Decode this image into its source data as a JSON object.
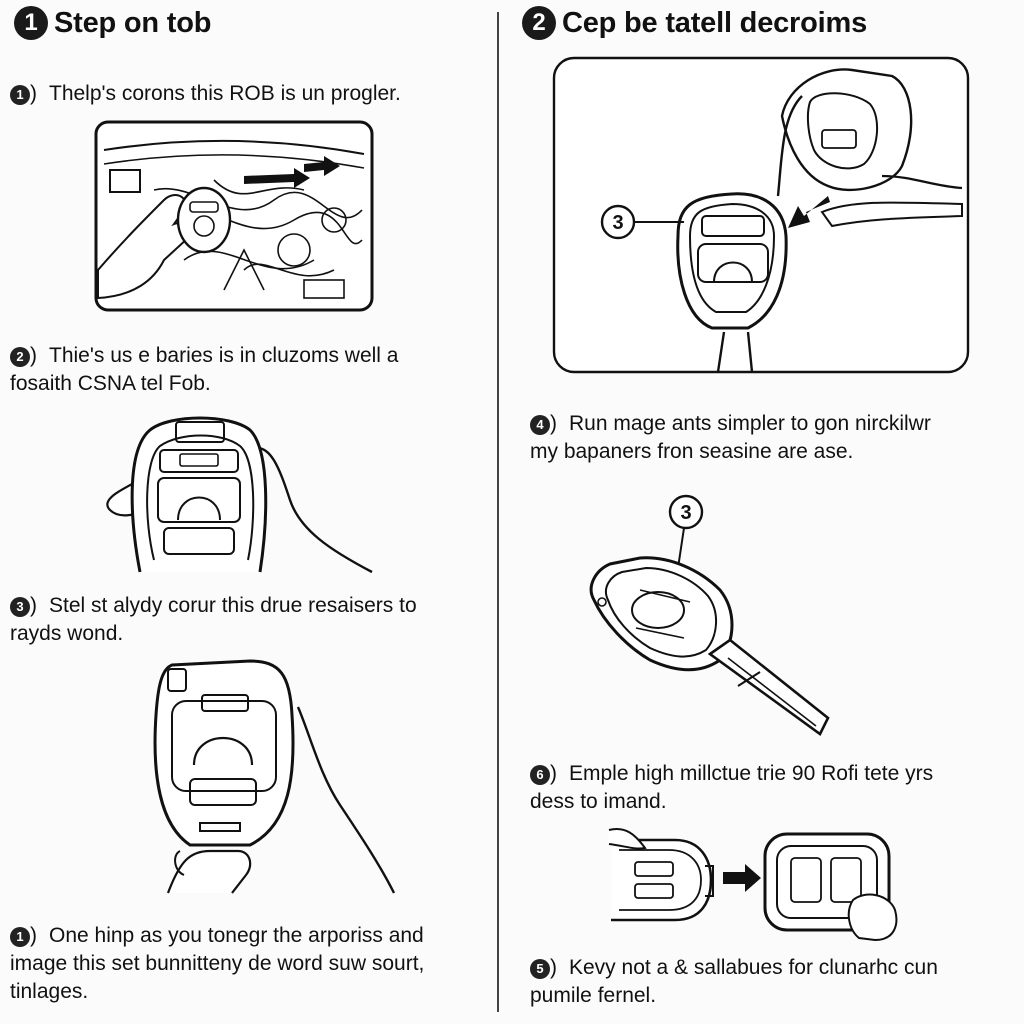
{
  "sections": [
    {
      "badge": "1",
      "title": "Step on tob"
    },
    {
      "badge": "2",
      "title": "Cep be tatell decroims"
    }
  ],
  "steps": [
    {
      "num": "1",
      "line1": "Thelp's corons this ROB is un progler.",
      "line2": "",
      "line3": ""
    },
    {
      "num": "2",
      "line1": "Thie's us e baries is in cluzoms well a",
      "line2": "fosaith CSNA tel Fob.",
      "line3": ""
    },
    {
      "num": "3",
      "line1": "Stel st alydy corur this drue resaisers to",
      "line2": "rayds wond.",
      "line3": ""
    },
    {
      "num": "1",
      "line1": "One hinp as you tonegr the arporiss and",
      "line2": "image this set bunnitteny de word suw sourt,",
      "line3": "tinlages."
    },
    {
      "num": "4",
      "line1": "Run mage ants simpler to gon nirckilwr",
      "line2": "my bapaners fron seasine are ase.",
      "line3": ""
    },
    {
      "num": "6",
      "line1": "Emple high millctue trie 90 Rofi tete yrs",
      "line2": "dess to imand.",
      "line3": ""
    },
    {
      "num": "5",
      "line1": "Kevy not a & sallabues for clunarhc cun",
      "line2": "pumile fernel.",
      "line3": ""
    }
  ],
  "callouts": {
    "a": "3",
    "b": "3"
  }
}
